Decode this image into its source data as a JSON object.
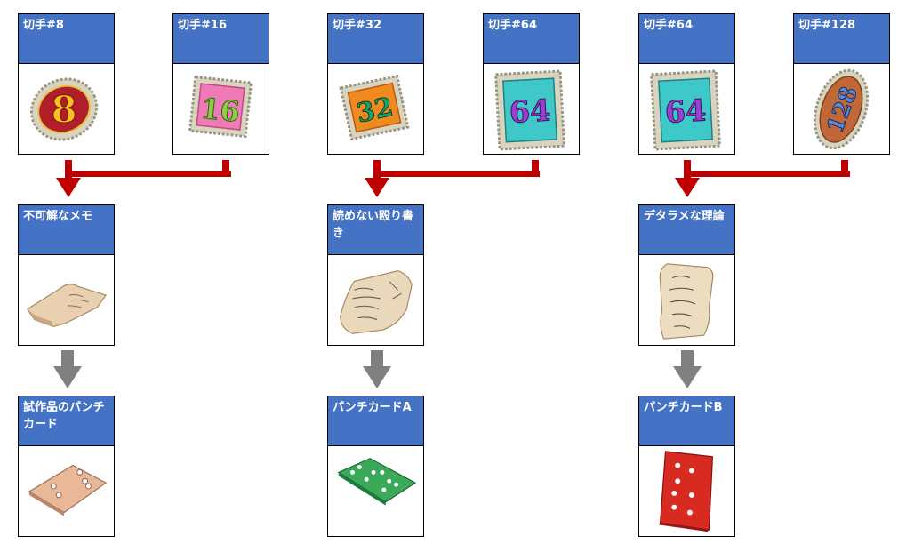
{
  "stamps": [
    {
      "label": "切手#8",
      "number": "8"
    },
    {
      "label": "切手#16",
      "number": "16"
    },
    {
      "label": "切手#32",
      "number": "32"
    },
    {
      "label": "切手#64",
      "number": "64"
    },
    {
      "label": "切手#64",
      "number": "64"
    },
    {
      "label": "切手#128",
      "number": "128"
    }
  ],
  "memos": [
    {
      "label": "不可解なメモ"
    },
    {
      "label": "読めない殴り書き"
    },
    {
      "label": "デタラメな理論"
    }
  ],
  "punchcards": [
    {
      "label": "試作品のパンチカード"
    },
    {
      "label": "パンチカードA"
    },
    {
      "label": "パンチカードB"
    }
  ],
  "colors": {
    "header": "#4472c4",
    "merge_arrow": "#c00000",
    "step_arrow": "#808080"
  }
}
